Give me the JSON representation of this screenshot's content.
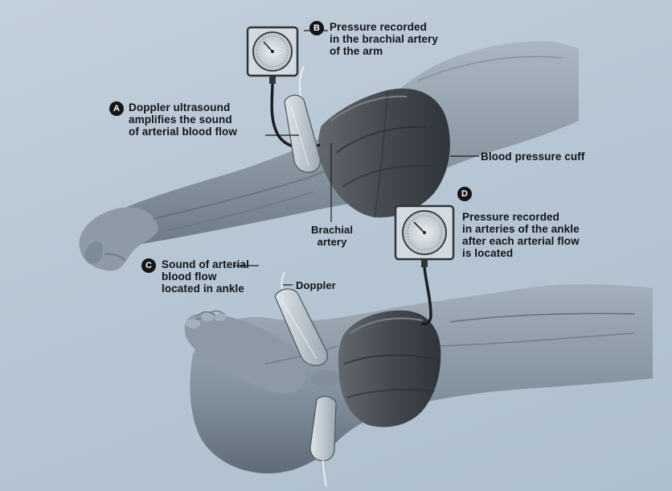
{
  "callouts": {
    "a": {
      "letter": "A",
      "text": "Doppler ultrasound\namplifies the sound\nof arterial blood flow"
    },
    "b": {
      "letter": "B",
      "text": "Pressure recorded\nin the brachial artery\nof the arm"
    },
    "c": {
      "letter": "C",
      "text": "Sound of arterial\nblood flow\nlocated in ankle"
    },
    "d": {
      "letter": "D",
      "text": "Pressure recorded\nin arteries of the ankle\nafter each arterial flow\nis located"
    }
  },
  "labels": {
    "cuff": "Blood pressure cuff",
    "brachial": "Brachial\nartery",
    "doppler": "Doppler"
  },
  "colors": {
    "background": "#b9c8d6",
    "skin": "#9aa7b3",
    "cuff": "#4b5157",
    "badge": "#141618"
  }
}
